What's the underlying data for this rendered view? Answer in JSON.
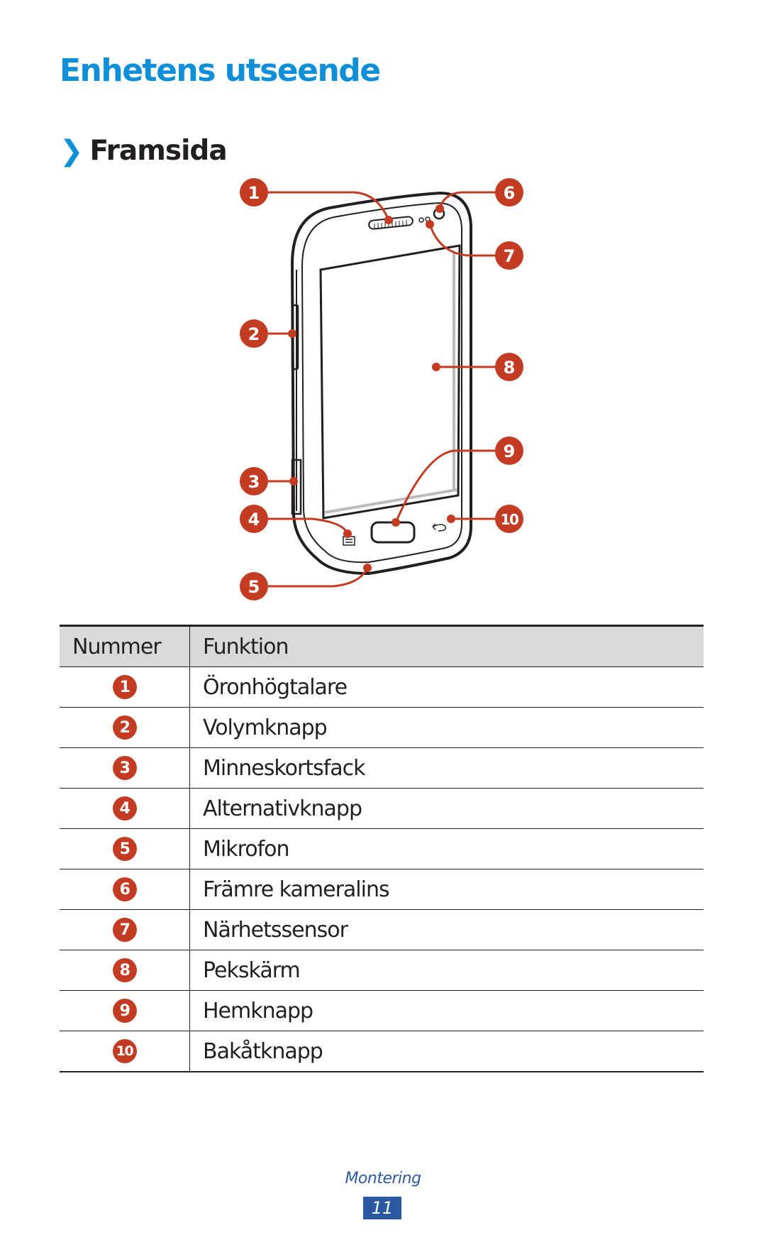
{
  "page": {
    "title": "Enhetens utseende",
    "section": "Framsida"
  },
  "diagram": {
    "callouts": [
      "1",
      "2",
      "3",
      "4",
      "5",
      "6",
      "7",
      "8",
      "9",
      "10"
    ]
  },
  "table": {
    "headers": {
      "number": "Nummer",
      "function": "Funktion"
    },
    "rows": [
      {
        "num": "1",
        "function": "Öronhögtalare"
      },
      {
        "num": "2",
        "function": "Volymknapp"
      },
      {
        "num": "3",
        "function": "Minneskortsfack"
      },
      {
        "num": "4",
        "function": "Alternativknapp"
      },
      {
        "num": "5",
        "function": "Mikrofon"
      },
      {
        "num": "6",
        "function": "Främre kameralins"
      },
      {
        "num": "7",
        "function": "Närhetssensor"
      },
      {
        "num": "8",
        "function": "Pekskärm"
      },
      {
        "num": "9",
        "function": "Hemknapp"
      },
      {
        "num": "10",
        "function": "Bakåtknapp"
      }
    ]
  },
  "footer": {
    "label": "Montering",
    "page_number": "11"
  },
  "colors": {
    "title_blue": "#0f8fd8",
    "callout_red": "#c23b22",
    "footer_blue": "#2b5aa3"
  }
}
